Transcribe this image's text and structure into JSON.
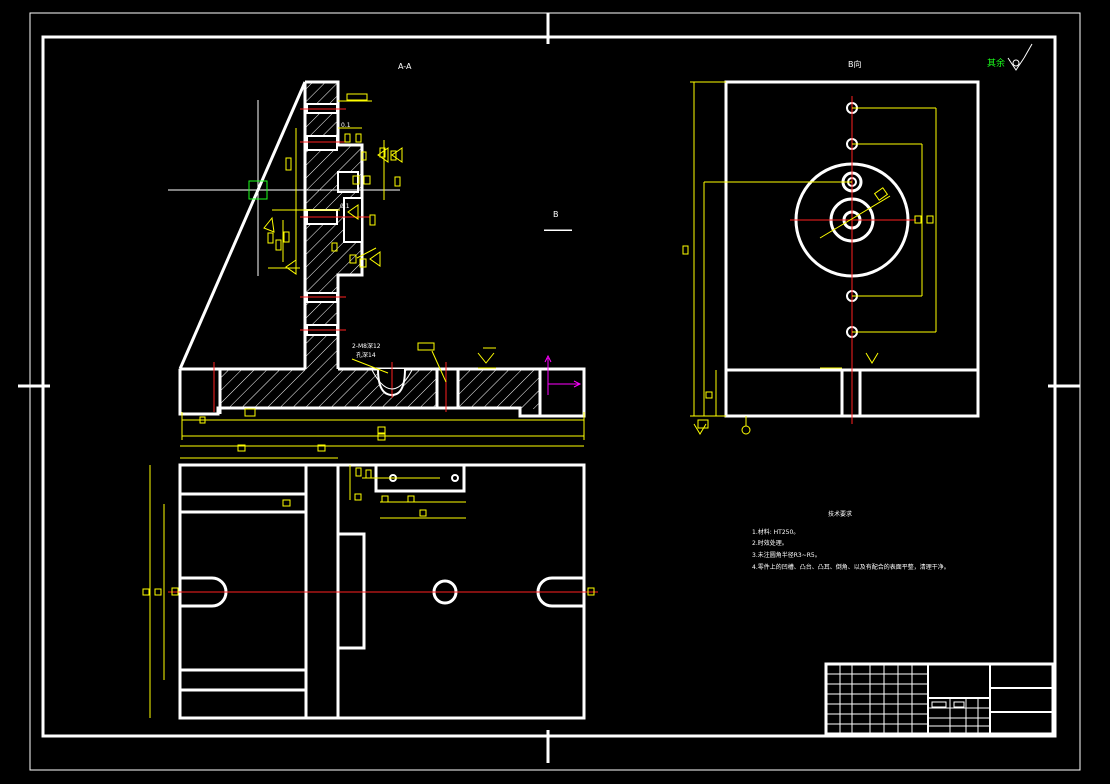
{
  "labels": {
    "section_aa": "A-A",
    "view_b": "B向",
    "label_b": "B",
    "surface_mark": "其余"
  },
  "annotations": {
    "hole_note_line1": "2-M8深12",
    "hole_note_line2": "孔深14",
    "tol_a": "0.1",
    "tol_b": "0.1"
  },
  "tech": {
    "title": "技术要求",
    "items": [
      "1.材料: HT250。",
      "2.时效处理。",
      "3.未注圆角半径R3~R5。",
      "4.零件上的凹槽、凸台、凸耳、倒角、以及有配合的表面平整，清理干净。"
    ]
  },
  "colors": {
    "background": "#000000",
    "line": "#ffffff",
    "dimension": "#ffff00",
    "center": "#ff2020",
    "axis": "#ff00ff",
    "highlight": "#1cff1c"
  }
}
